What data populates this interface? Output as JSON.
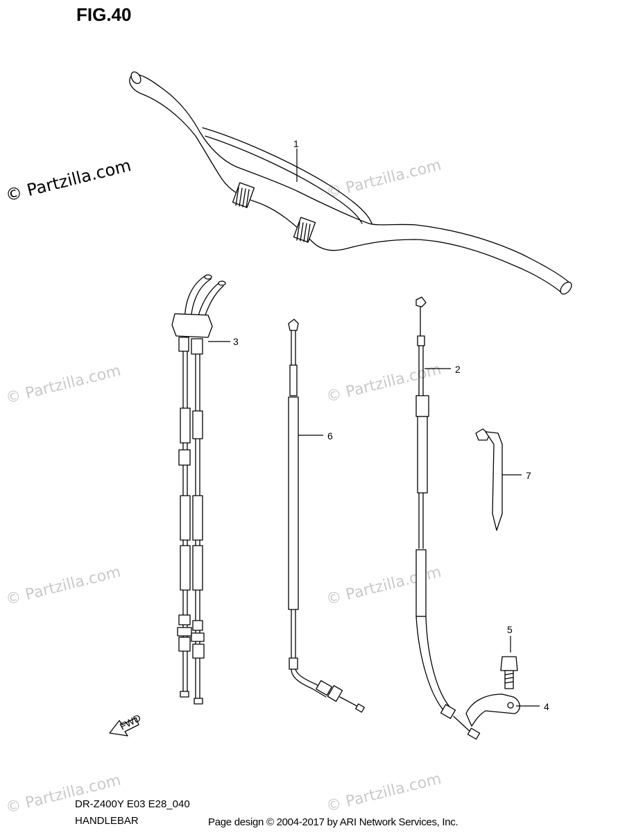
{
  "figure": {
    "title": "FIG.40"
  },
  "watermark": {
    "text": "© Partzilla.com"
  },
  "parts": [
    {
      "num": "1",
      "name": "handlebar"
    },
    {
      "num": "2",
      "name": "clutch-cable"
    },
    {
      "num": "3",
      "name": "throttle-cable"
    },
    {
      "num": "4",
      "name": "cable-guide"
    },
    {
      "num": "5",
      "name": "bolt"
    },
    {
      "num": "6",
      "name": "hot-start-cable"
    },
    {
      "num": "7",
      "name": "clamp"
    }
  ],
  "fwd_label": "FWD",
  "model": "DR-Z400Y E03 E28_040",
  "caption": "HANDLEBAR",
  "footer": "Page design © 2004-2017 by ARI Network Services, Inc."
}
